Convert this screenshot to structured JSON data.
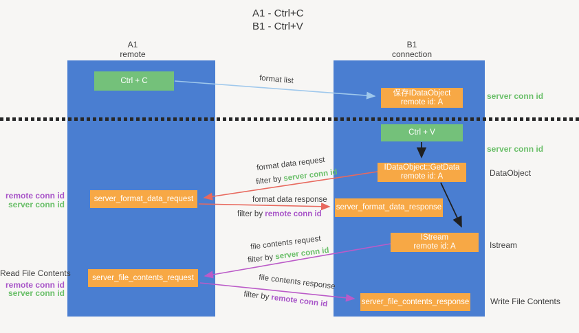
{
  "title": {
    "line1": "A1 - Ctrl+C",
    "line2": "B1 - Ctrl+V"
  },
  "left_column": {
    "header1": "A1",
    "header2": "remote"
  },
  "right_column": {
    "header1": "B1",
    "header2": "connection"
  },
  "boxes": {
    "ctrl_c": {
      "label": "Ctrl + C"
    },
    "ctrl_v": {
      "label": "Ctrl + V"
    },
    "save_dataobject": {
      "line1": "保存IDataObject",
      "line2": "remote id: A"
    },
    "getdata": {
      "line1": "IDataObject::GetData",
      "line2": "remote id: A"
    },
    "istream": {
      "line1": "IStream",
      "line2": "remote id: A"
    },
    "format_request": {
      "label": "server_format_data_request"
    },
    "format_response": {
      "label": "server_format_data_response"
    },
    "file_request": {
      "label": "server_file_contents_request"
    },
    "file_response": {
      "label": "server_file_contents_response"
    }
  },
  "right_labels": {
    "server_conn_id_top": "server conn id",
    "server_conn_id_mid": "server conn id",
    "dataobject": "DataObject",
    "istream": "Istream",
    "write_file_contents": "Write File Contents"
  },
  "left_labels": {
    "remote_conn_id_top": "remote conn id",
    "server_conn_id_top": "server conn id",
    "read_file_contents": "Read File Contents",
    "remote_conn_id_bottom": "remote conn id",
    "server_conn_id_bottom": "server conn id"
  },
  "arrows": {
    "format_list": {
      "label": "format list"
    },
    "format_data_request": {
      "label": "format data request",
      "filter_prefix": "filter by ",
      "filter_key": "server conn id"
    },
    "format_data_response": {
      "label": "format data response",
      "filter_prefix": "filter by ",
      "filter_key": "remote conn id"
    },
    "file_contents_request": {
      "label": "file contents request",
      "filter_prefix": "filter by ",
      "filter_key": "server conn id"
    },
    "file_contents_response": {
      "label": "file contents response",
      "filter_prefix": "filter by ",
      "filter_key": "remote conn id"
    }
  },
  "colors": {
    "column_blue": "#4a7ed1",
    "box_green": "#74c17a",
    "box_orange": "#f7a845",
    "green_text": "#6abf69",
    "purple_text": "#a855c8",
    "red_arrow": "#e8695e",
    "magenta_arrow": "#bb5bc8",
    "blue_arrow": "#9fc8ec",
    "black_arrow": "#1f1f1f",
    "background": "#f7f6f4"
  }
}
